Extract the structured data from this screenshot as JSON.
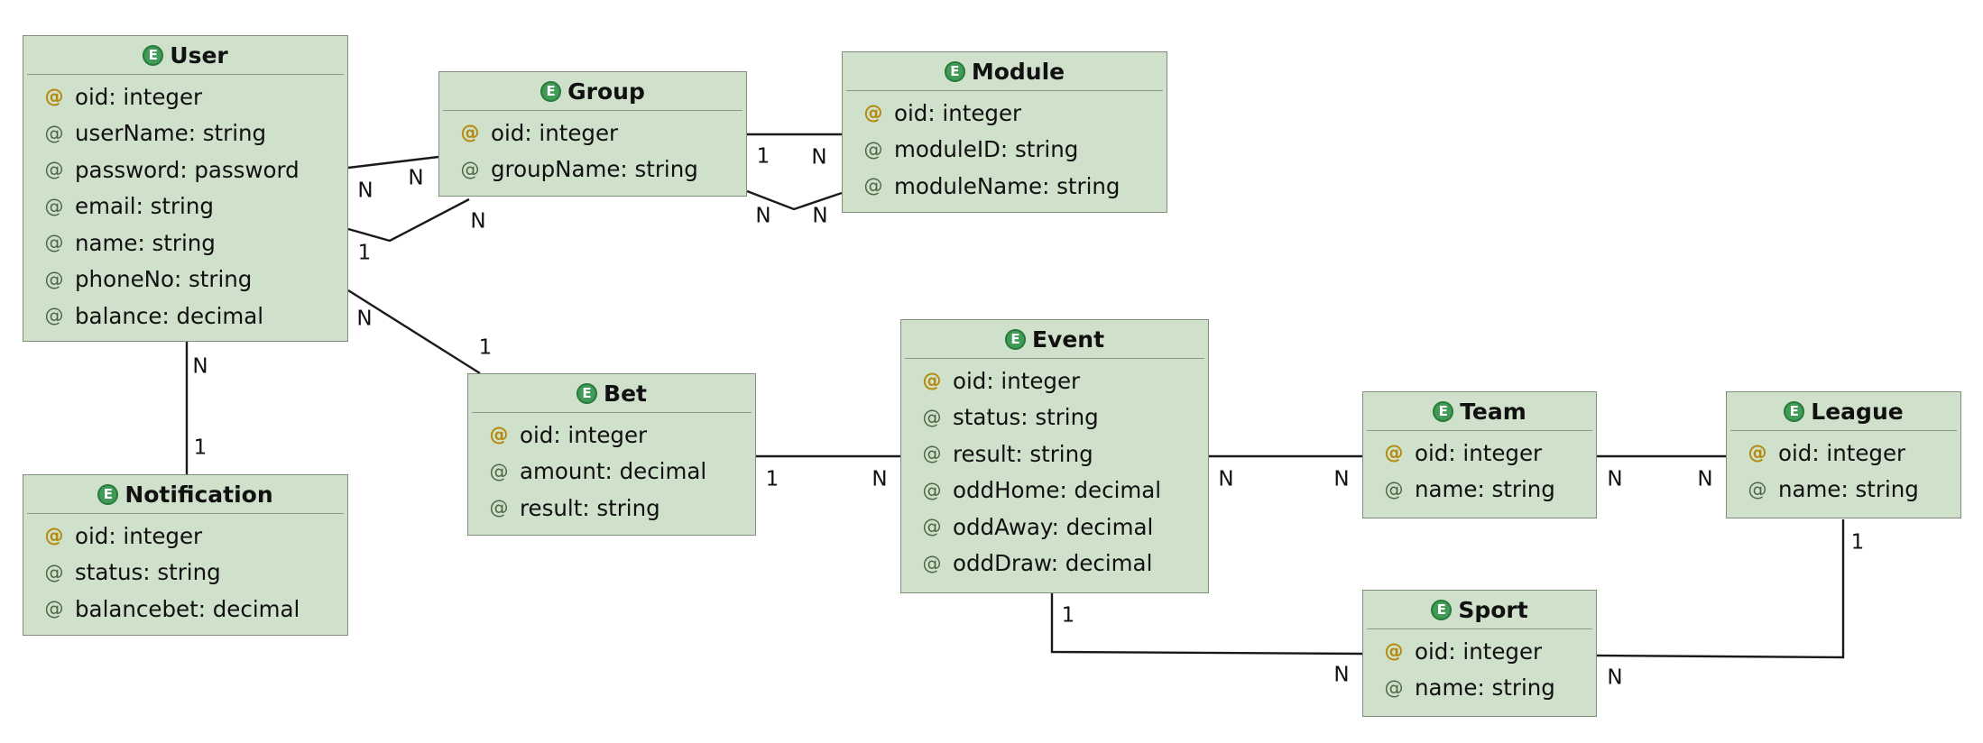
{
  "colors": {
    "entity_fill": "#cfe0cb",
    "entity_border": "#7f8f7c",
    "entity_icon": "#3f9b55",
    "key_icon": "#b58a10",
    "line": "#1a1a1a"
  },
  "icons": {
    "entity": "entity-circle-e-icon",
    "attribute": "at-sign-icon",
    "key": "key-attribute-icon"
  },
  "entity_icon_glyph": "E",
  "entities": {
    "user": {
      "name": "User",
      "attributes": [
        {
          "label": "oid: integer",
          "key": true
        },
        {
          "label": "userName: string",
          "key": false
        },
        {
          "label": "password: password",
          "key": false
        },
        {
          "label": "email: string",
          "key": false
        },
        {
          "label": "name: string",
          "key": false
        },
        {
          "label": "phoneNo: string",
          "key": false
        },
        {
          "label": "balance: decimal",
          "key": false
        }
      ]
    },
    "group": {
      "name": "Group",
      "attributes": [
        {
          "label": "oid: integer",
          "key": true
        },
        {
          "label": "groupName: string",
          "key": false
        }
      ]
    },
    "module": {
      "name": "Module",
      "attributes": [
        {
          "label": "oid: integer",
          "key": true
        },
        {
          "label": "moduleID: string",
          "key": false
        },
        {
          "label": "moduleName: string",
          "key": false
        }
      ]
    },
    "notification": {
      "name": "Notification",
      "attributes": [
        {
          "label": "oid: integer",
          "key": true
        },
        {
          "label": "status: string",
          "key": false
        },
        {
          "label": "balancebet: decimal",
          "key": false
        }
      ]
    },
    "bet": {
      "name": "Bet",
      "attributes": [
        {
          "label": "oid: integer",
          "key": true
        },
        {
          "label": "amount: decimal",
          "key": false
        },
        {
          "label": "result: string",
          "key": false
        }
      ]
    },
    "event": {
      "name": "Event",
      "attributes": [
        {
          "label": "oid: integer",
          "key": true
        },
        {
          "label": "status: string",
          "key": false
        },
        {
          "label": "result: string",
          "key": false
        },
        {
          "label": "oddHome: decimal",
          "key": false
        },
        {
          "label": "oddAway: decimal",
          "key": false
        },
        {
          "label": "oddDraw: decimal",
          "key": false
        }
      ]
    },
    "team": {
      "name": "Team",
      "attributes": [
        {
          "label": "oid: integer",
          "key": true
        },
        {
          "label": "name: string",
          "key": false
        }
      ]
    },
    "league": {
      "name": "League",
      "attributes": [
        {
          "label": "oid: integer",
          "key": true
        },
        {
          "label": "name: string",
          "key": false
        }
      ]
    },
    "sport": {
      "name": "Sport",
      "attributes": [
        {
          "label": "oid: integer",
          "key": true
        },
        {
          "label": "name: string",
          "key": false
        }
      ]
    }
  },
  "relationships": [
    {
      "from": "User",
      "to": "Group",
      "from_card": "N",
      "to_card": "N"
    },
    {
      "from": "User",
      "to": "Group",
      "from_card": "1",
      "to_card": "N"
    },
    {
      "from": "Group",
      "to": "Module",
      "from_card": "1",
      "to_card": "N"
    },
    {
      "from": "Group",
      "to": "Module",
      "from_card": "N",
      "to_card": "N"
    },
    {
      "from": "User",
      "to": "Bet",
      "from_card": "N",
      "to_card": "1"
    },
    {
      "from": "User",
      "to": "Notification",
      "from_card": "N",
      "to_card": "1"
    },
    {
      "from": "Bet",
      "to": "Event",
      "from_card": "1",
      "to_card": "N"
    },
    {
      "from": "Event",
      "to": "Team",
      "from_card": "N",
      "to_card": "N"
    },
    {
      "from": "Team",
      "to": "League",
      "from_card": "N",
      "to_card": "N"
    },
    {
      "from": "Event",
      "to": "Sport",
      "from_card": "1",
      "to_card": "N"
    },
    {
      "from": "League",
      "to": "Sport",
      "from_card": "1",
      "to_card": "N"
    }
  ]
}
